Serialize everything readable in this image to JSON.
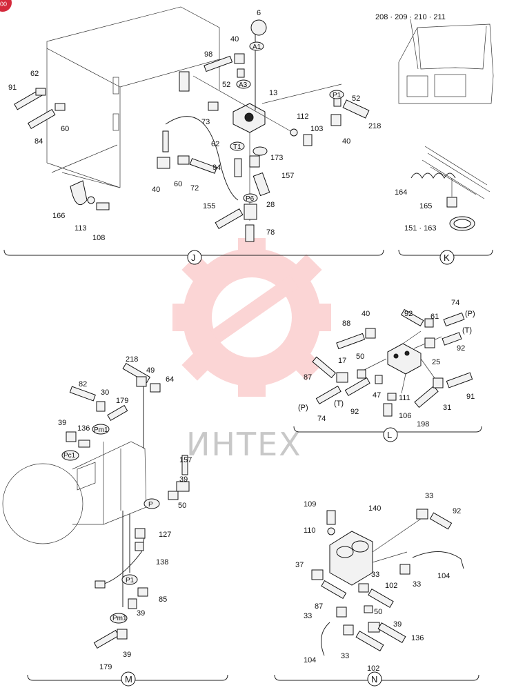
{
  "watermark": "ИНТЕХ",
  "corner_badge": "00",
  "sections": {
    "J": {
      "label": "J",
      "parts": [
        "6",
        "40",
        "98",
        "52",
        "13",
        "62",
        "91",
        "84",
        "60",
        "73",
        "112",
        "103",
        "P1",
        "52",
        "218",
        "40",
        "62",
        "173",
        "94",
        "157",
        "P6",
        "28",
        "155",
        "78",
        "166",
        "113",
        "108",
        "60",
        "72",
        "40",
        "A1",
        "A3",
        "T1"
      ],
      "annotation": "208 · 209 · 210 · 211"
    },
    "K": {
      "label": "K",
      "parts": [
        "164",
        "165",
        "151 · 163"
      ]
    },
    "L": {
      "label": "L",
      "parts": [
        "74",
        "(P)",
        "92",
        "61",
        "40",
        "88",
        "(T)",
        "92",
        "25",
        "50",
        "17",
        "87",
        "(P)",
        "(T)",
        "47",
        "111",
        "106",
        "92",
        "74",
        "198",
        "31",
        "91"
      ]
    },
    "M": {
      "label": "M",
      "parts": [
        "218",
        "49",
        "64",
        "82",
        "30",
        "179",
        "39",
        "136",
        "Pm1",
        "Pc1",
        "157",
        "39",
        "50",
        "P",
        "127",
        "138",
        "P1",
        "85",
        "39",
        "Pm1",
        "39",
        "179"
      ]
    },
    "N": {
      "label": "N",
      "parts": [
        "109",
        "140",
        "33",
        "92",
        "110",
        "37",
        "33",
        "104",
        "33",
        "87",
        "102",
        "50",
        "33",
        "39",
        "136",
        "104",
        "33",
        "102"
      ]
    }
  }
}
